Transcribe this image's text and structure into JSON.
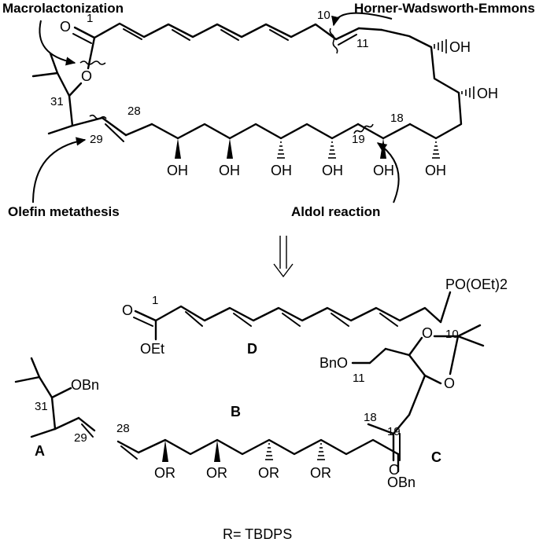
{
  "annotations": {
    "macrolactonization": "Macrolactonization",
    "hwe": "Horner-Wadsworth-Emmons",
    "metathesis": "Olefin metathesis",
    "aldol": "Aldol reaction"
  },
  "macrocycle": {
    "atoms": {
      "o_carbonyl": "O",
      "o_ester": "O",
      "oh": "OH"
    },
    "locants": {
      "c1": "1",
      "c10": "10",
      "c11": "11",
      "c18": "18",
      "c19": "19",
      "c28": "28",
      "c29": "29",
      "c31": "31"
    }
  },
  "fragments": {
    "D": {
      "label": "D",
      "phosphonate": "PO(OEt)2",
      "carbonyl_o": "O",
      "ester": "OEt",
      "c1": "1",
      "c10": "10"
    },
    "C": {
      "label": "C",
      "bno": "BnO",
      "o": "O",
      "c11": "11",
      "c18": "18"
    },
    "A": {
      "label": "A",
      "obn": "OBn",
      "c31": "31",
      "c29": "29"
    },
    "B": {
      "label": "B",
      "or": "OR",
      "obn": "OBn",
      "c28": "28",
      "c19": "19"
    }
  },
  "footnote": "R= TBDPS"
}
